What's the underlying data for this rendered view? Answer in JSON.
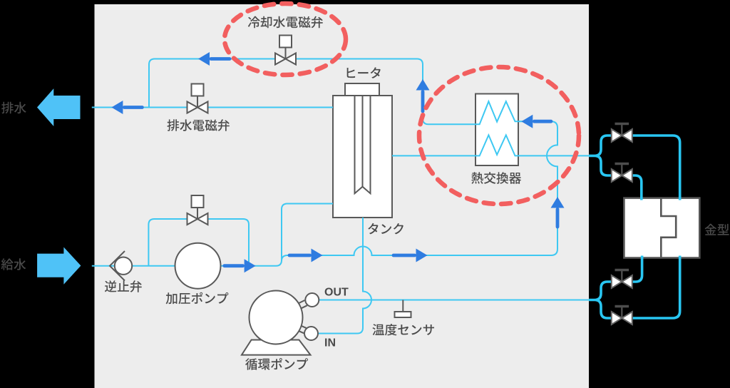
{
  "labels": {
    "drain": "排水",
    "supply": "給水",
    "cooling_valve": "冷却水電磁弁",
    "drain_valve": "排水電磁弁",
    "heater": "ヒータ",
    "tank": "タンク",
    "hx": "熱交換器",
    "check": "逆止弁",
    "ppump": "加圧ポンプ",
    "cpump": "循環ポンプ",
    "tsensor": "温度センサ",
    "mold": "金型",
    "out_port": "OUT",
    "in_port": "IN"
  },
  "highlighted_components": [
    "冷却水電磁弁",
    "熱交換器"
  ],
  "colors": {
    "background": "#000000",
    "panel": "#EDEDED",
    "pipe": "#3EC8F2",
    "pipe_external": "#29C6F2",
    "flow_arrow": "#2F7CE0",
    "block_arrow": "#4FC2F7",
    "highlight": "#F25F5F",
    "shape_stroke": "#595959",
    "text": "#4A4A4A"
  }
}
